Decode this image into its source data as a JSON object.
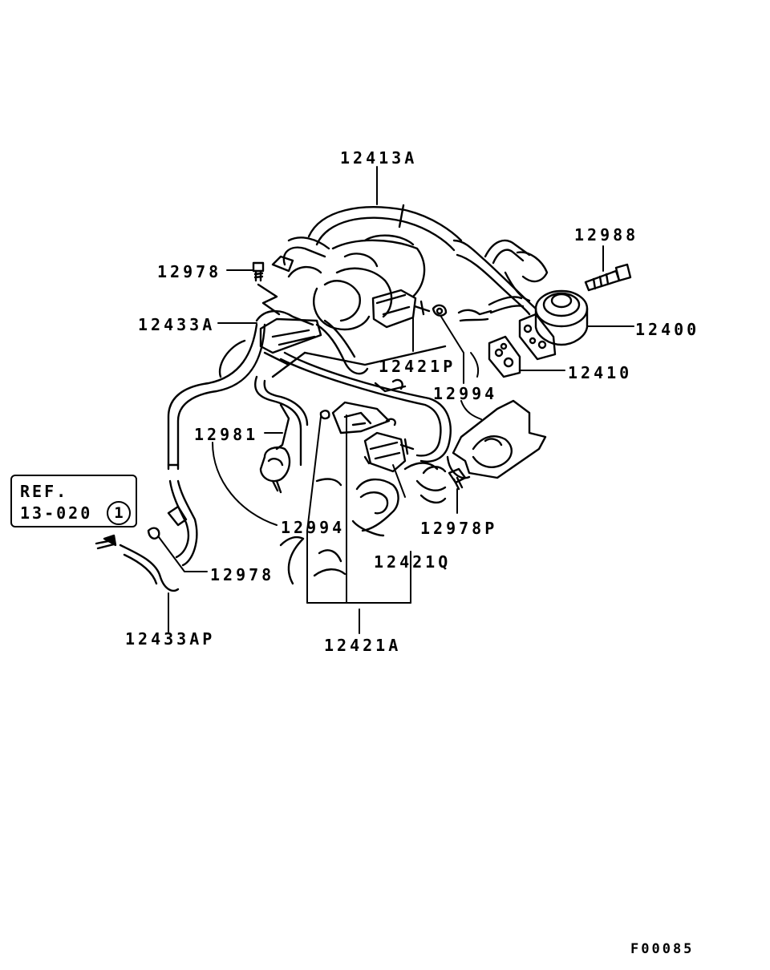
{
  "parts": {
    "p12413A": "12413A",
    "p12988": "12988",
    "p12978_top": "12978",
    "p12433A": "12433A",
    "p12400": "12400",
    "p12421P": "12421P",
    "p12410": "12410",
    "p12994_right": "12994",
    "p12981": "12981",
    "p12994_mid": "12994",
    "p12978P": "12978P",
    "p12421Q": "12421Q",
    "p12978_bottom": "12978",
    "p12433AP": "12433AP",
    "p12421A": "12421A"
  },
  "reference": {
    "line1": "REF.",
    "line2": "13-020",
    "circle": "1"
  },
  "figure_code": "F00085"
}
